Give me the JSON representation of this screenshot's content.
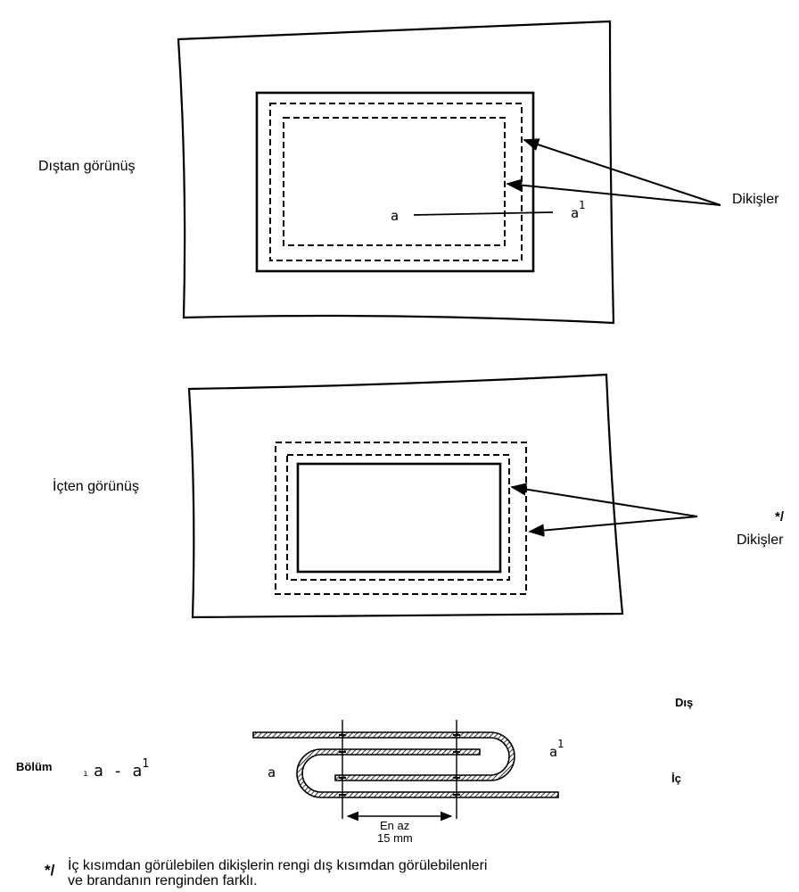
{
  "outside_view": {
    "label": "Dıştan görünüş",
    "stitches_label": "Dikişler",
    "section_start": "a",
    "section_end": "a",
    "section_end_sup": "1"
  },
  "inside_view": {
    "label": "İçten görünüş",
    "stitches_label": "Dikişler",
    "footnote_mark": "*/"
  },
  "section": {
    "label": "Bölüm",
    "name_a": "a - a",
    "name_sup": "1",
    "left_end": "a",
    "right_end": "a",
    "right_end_sup": "1",
    "outer_side": "Dış",
    "inner_side": "İç",
    "dimension_line1": "En az",
    "dimension_line2": "15 mm"
  },
  "footnote": {
    "mark": "*/",
    "line1": "İç kısımdan görülebilen dikişlerin rengi dış kısımdan görülebilenleri",
    "line2": "ve brandanın renginden farklı."
  }
}
